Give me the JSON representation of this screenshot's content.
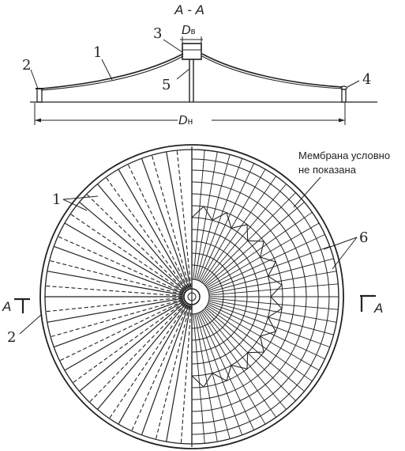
{
  "section": {
    "title": "А - А",
    "dv_main": "D",
    "dv_sub": "в",
    "dn_main": "D",
    "dn_sub": "н",
    "labels": [
      "1",
      "2",
      "3",
      "4",
      "5"
    ]
  },
  "plan": {
    "note_line1": "Мембрана условно",
    "note_line2": "не показана",
    "label_1": "1",
    "label_2": "2",
    "label_6": "6",
    "section_mark_left": "А",
    "section_mark_right": "А"
  }
}
